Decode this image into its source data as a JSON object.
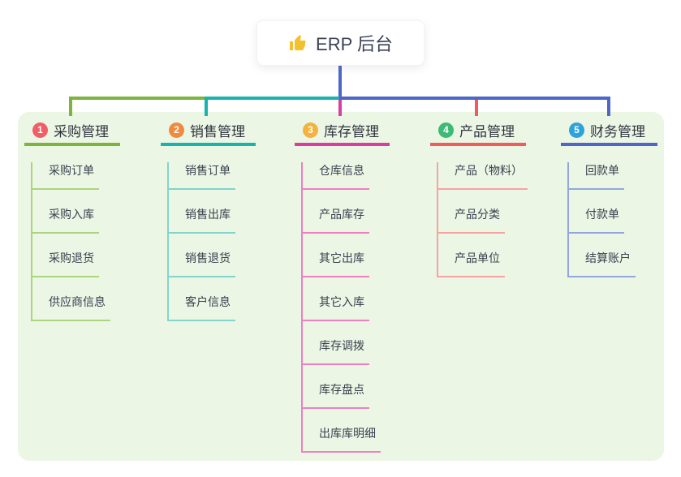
{
  "root": {
    "icon": "thumbs-up",
    "icon_color": "#f2c12e",
    "title": "ERP 后台"
  },
  "panel": {
    "background": "#ecf6e4"
  },
  "connector": {
    "root_line_color": "#4e66c8",
    "bus_segments": [
      {
        "color": "#7cb43e"
      },
      {
        "color": "#19b3ab"
      },
      {
        "color": "#4e66c8"
      }
    ]
  },
  "branches": [
    {
      "number": "1",
      "label": "采购管理",
      "badge_color": "#f25e68",
      "line_color": "#7cb43e",
      "child_line_color": "#abd47e",
      "children": [
        "采购订单",
        "采购入库",
        "采购退货",
        "供应商信息"
      ]
    },
    {
      "number": "2",
      "label": "销售管理",
      "badge_color": "#f08a3e",
      "line_color": "#19b3ab",
      "child_line_color": "#82d4cd",
      "children": [
        "销售订单",
        "销售出库",
        "销售退货",
        "客户信息"
      ]
    },
    {
      "number": "3",
      "label": "库存管理",
      "badge_color": "#f3b33d",
      "line_color": "#d93fa2",
      "child_line_color": "#ee7fc0",
      "children": [
        "仓库信息",
        "产品库存",
        "其它出库",
        "其它入库",
        "库存调拨",
        "库存盘点",
        "出库库明细"
      ]
    },
    {
      "number": "4",
      "label": "产品管理",
      "badge_color": "#3dba74",
      "line_color": "#f05c5c",
      "child_line_color": "#f5a3a3",
      "children": [
        "产品（物料）",
        "产品分类",
        "产品单位"
      ]
    },
    {
      "number": "5",
      "label": "财务管理",
      "badge_color": "#2ea2da",
      "line_color": "#4e66c8",
      "child_line_color": "#93a7de",
      "children": [
        "回款单",
        "付款单",
        "结算账户"
      ]
    }
  ]
}
